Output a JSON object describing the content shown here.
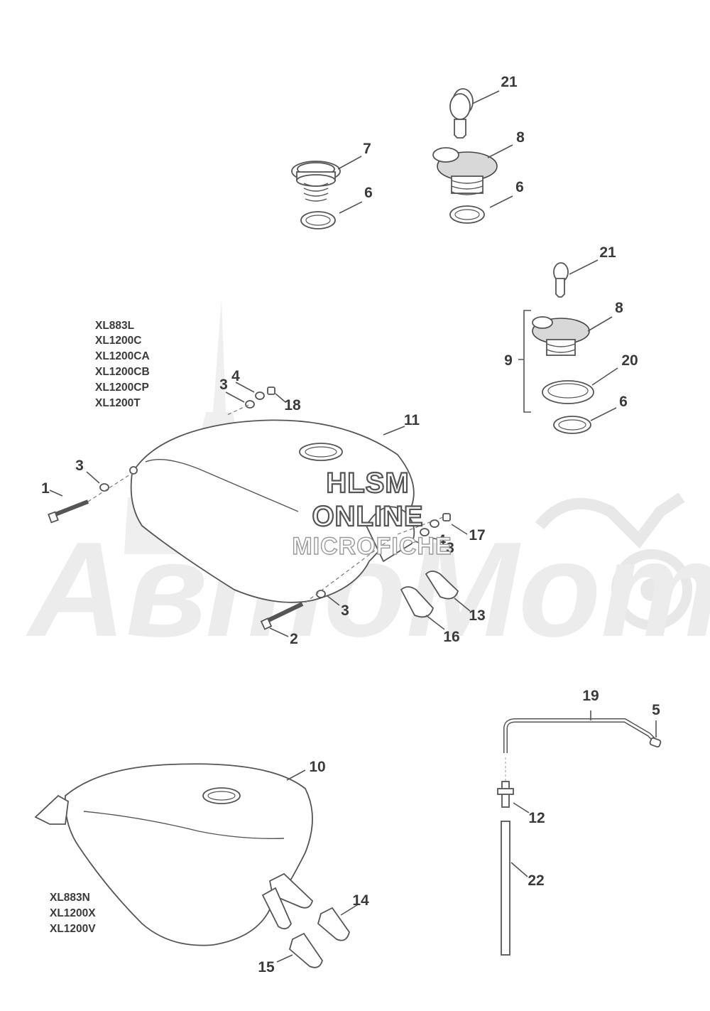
{
  "watermark": {
    "line1": "HLSM",
    "line2": "ONLINE",
    "line3": "MICROFICHE",
    "background": "АвтоМото"
  },
  "model_groups": {
    "upper": [
      "XL883L",
      "XL1200C",
      "XL1200CA",
      "XL1200CB",
      "XL1200CP",
      "XL1200T"
    ],
    "lower": [
      "XL883N",
      "XL1200X",
      "XL1200V"
    ]
  },
  "callouts": {
    "c1": "1",
    "c2": "2",
    "c3a": "3",
    "c3b": "3",
    "c3c": "3",
    "c3d": "3",
    "c4a": "4",
    "c4b": "4",
    "c5": "5",
    "c6a": "6",
    "c6b": "6",
    "c6c": "6",
    "c7": "7",
    "c8a": "8",
    "c8b": "8",
    "c9": "9",
    "c10": "10",
    "c11": "11",
    "c12": "12",
    "c13": "13",
    "c14": "14",
    "c15": "15",
    "c16": "16",
    "c17": "17",
    "c18": "18",
    "c19": "19",
    "c20": "20",
    "c21a": "21",
    "c21b": "21",
    "c22": "22"
  }
}
